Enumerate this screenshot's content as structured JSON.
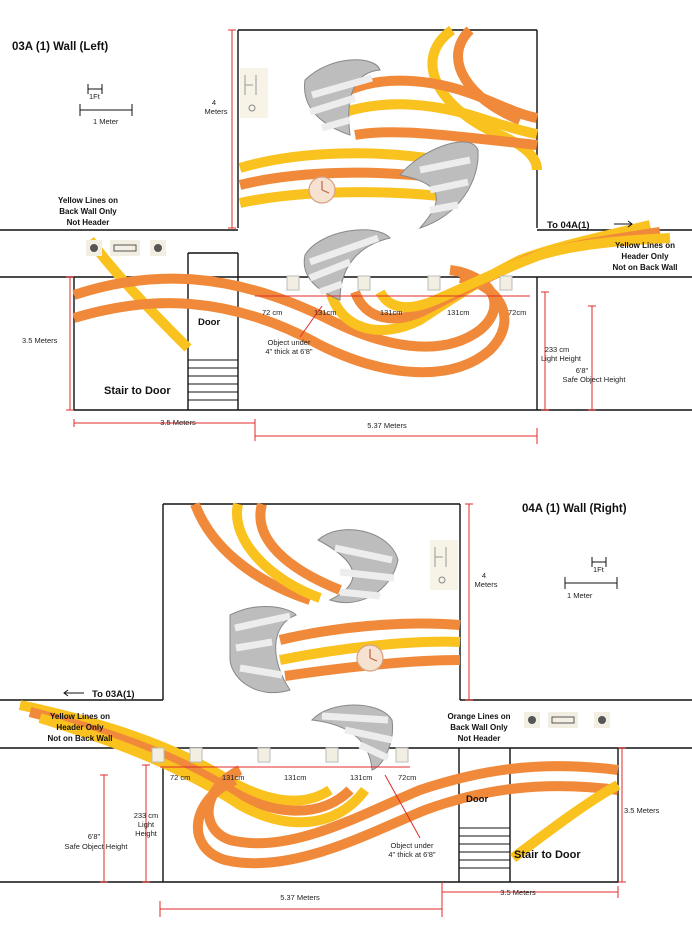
{
  "top_wall": {
    "title": "03A (1) Wall (Left)",
    "scale_ft": "1Ft",
    "scale_m": "1 Meter",
    "height_label_line1": "4",
    "height_label_line2": "Meters",
    "note_left": [
      "Yellow Lines on",
      "Back Wall Only",
      "Not Header"
    ],
    "to_label": "To 04A(1)",
    "note_right": [
      "Yellow Lines on",
      "Header Only",
      "Not on Back Wall"
    ],
    "door": "Door",
    "stair": "Stair to Door",
    "left_height": "3.5 Meters",
    "spacing": [
      "72 cm",
      "131cm",
      "131cm",
      "131cm",
      "72cm"
    ],
    "object_note": [
      "Object under",
      "4\" thick at 6'8\""
    ],
    "light_height": [
      "233 cm",
      "Light Height"
    ],
    "safe_height": [
      "6'8\"",
      "Safe Object Height"
    ],
    "bottom_dim_left": "3.5 Meters",
    "bottom_dim_right": "5.37 Meters"
  },
  "bottom_wall": {
    "title": "04A (1) Wall (Right)",
    "scale_ft": "1Ft",
    "scale_m": "1 Meter",
    "height_label_line1": "4",
    "height_label_line2": "Meters",
    "to_label": "To 03A(1)",
    "note_left": [
      "Yellow Lines on",
      "Header Only",
      "Not on Back Wall"
    ],
    "note_right": [
      "Orange Lines on",
      "Back Wall Only",
      "Not Header"
    ],
    "door": "Door",
    "stair": "Stair to Door",
    "right_height": "3.5 Meters",
    "spacing": [
      "72 cm",
      "131cm",
      "131cm",
      "131cm",
      "72cm"
    ],
    "object_note": [
      "Object under",
      "4\" thick at 6'8\""
    ],
    "light_height": [
      "233 cm",
      "Light",
      "Height"
    ],
    "safe_height": [
      "6'8\"",
      "Safe Object Height"
    ],
    "bottom_dim_left": "5.37 Meters",
    "bottom_dim_right": "3.5 Meters"
  },
  "colors": {
    "orange": "#f08a3a",
    "yellow": "#f9c21e",
    "dimension_red": "#e02a2a",
    "wall_line": "#111111",
    "sculpture_grey": "#a9a9a9"
  },
  "icons": [
    "crescent-sculpture",
    "wall-clock",
    "wall-sconce",
    "light-fixture"
  ]
}
